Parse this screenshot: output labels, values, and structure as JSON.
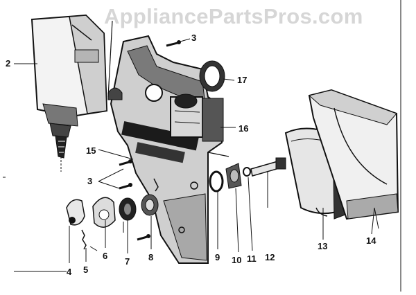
{
  "watermark": "AppliancePartsPros.com",
  "callouts": {
    "c2": "2",
    "c3a": "3",
    "c3b": "3",
    "c4": "4",
    "c5": "5",
    "c6": "6",
    "c7": "7",
    "c8": "8",
    "c9": "9",
    "c10": "10",
    "c11": "11",
    "c12": "12",
    "c13": "13",
    "c14": "14",
    "c15": "15",
    "c16": "16",
    "c17": "17"
  }
}
